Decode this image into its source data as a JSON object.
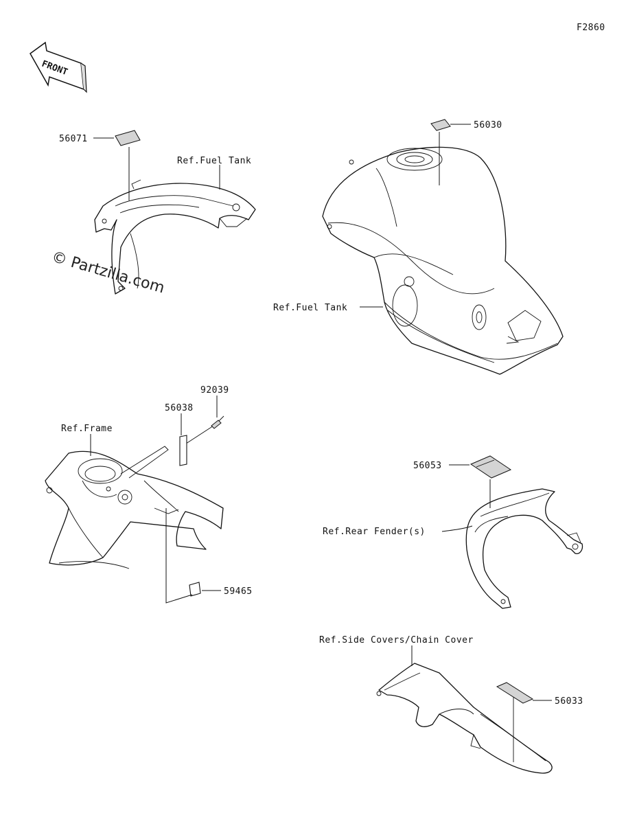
{
  "figure_code": "F2860",
  "front_label": "FRONT",
  "watermark": "© Partzilla.com",
  "callouts": {
    "p56071": "56071",
    "p56030": "56030",
    "p92039": "92039",
    "p56038": "56038",
    "p56053": "56053",
    "p59465": "59465",
    "p56033": "56033"
  },
  "references": {
    "fuel_tank_top": "Ref.Fuel Tank",
    "fuel_tank_side": "Ref.Fuel Tank",
    "frame": "Ref.Frame",
    "rear_fender": "Ref.Rear Fender(s)",
    "side_covers": "Ref.Side Covers/Chain Cover"
  }
}
